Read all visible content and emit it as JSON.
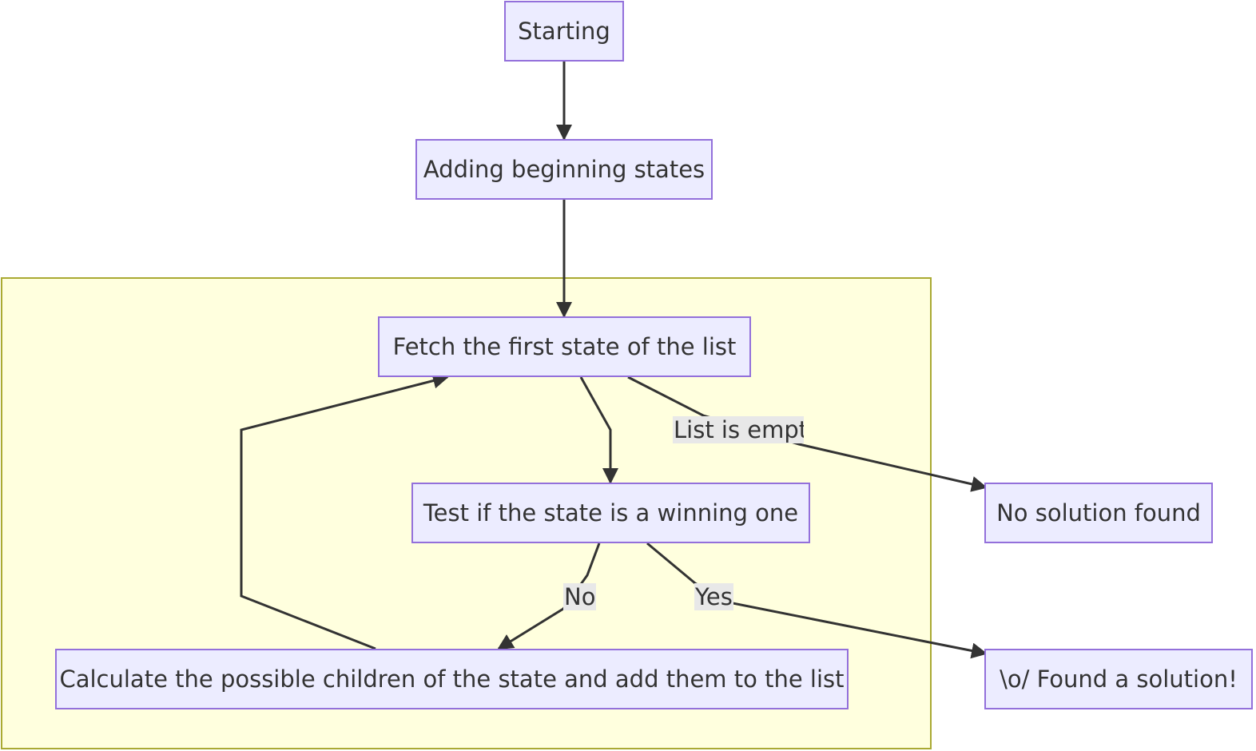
{
  "nodes": {
    "starting": "Starting",
    "adding": "Adding beginning states",
    "fetch": "Fetch the first state of the list",
    "test": "Test if the state is a winning one",
    "calculate": "Calculate the possible children of the state and add them to the list",
    "no_solution": "No solution found",
    "found": "\\o/ Found a solution!"
  },
  "edge_labels": {
    "empty": "List is empt",
    "no": "No",
    "yes": "Yes"
  },
  "colors": {
    "node_fill": "#ececff",
    "node_stroke": "#9370db",
    "cluster_fill": "#ffffde",
    "cluster_stroke": "#aaaa33",
    "edge": "#333333",
    "label_bg": "#e8e8e8"
  }
}
